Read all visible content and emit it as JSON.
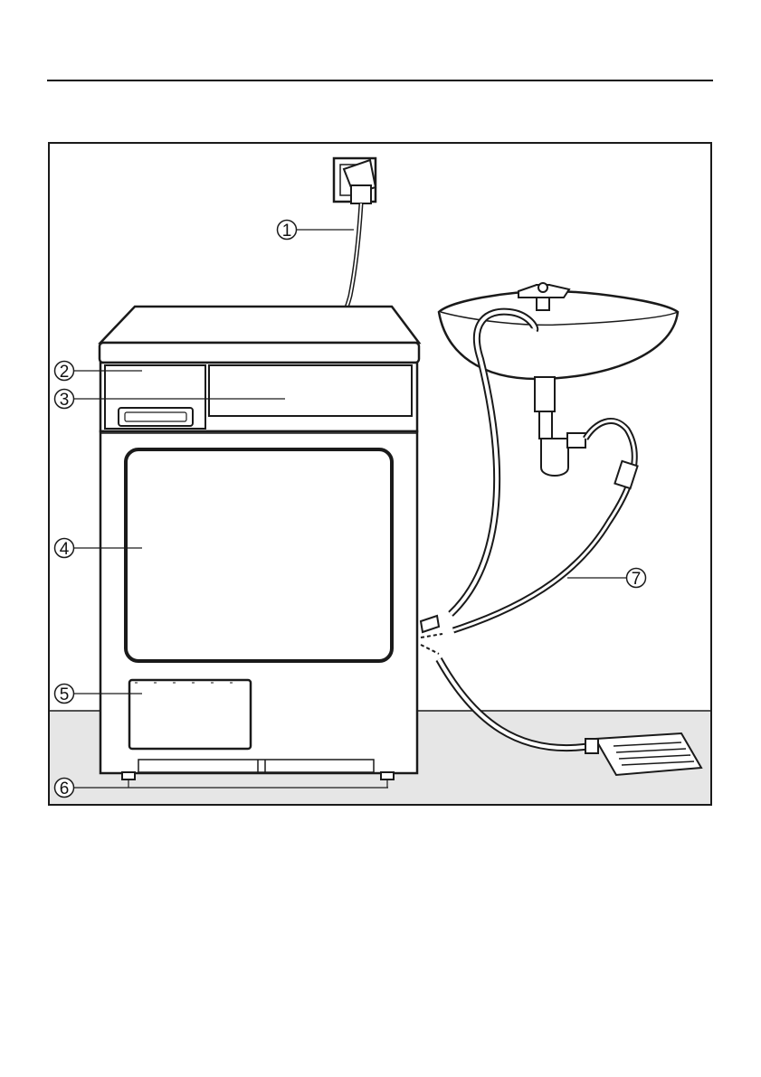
{
  "figure": {
    "description_hidden": "",
    "callouts": [
      {
        "id": "c1",
        "label": "1"
      },
      {
        "id": "c2",
        "label": "2"
      },
      {
        "id": "c3",
        "label": "3"
      },
      {
        "id": "c4",
        "label": "4"
      },
      {
        "id": "c5",
        "label": "5"
      },
      {
        "id": "c6",
        "label": "6"
      },
      {
        "id": "c7",
        "label": "7"
      }
    ]
  },
  "colors": {
    "line": "#1a1a1a",
    "floor": "#e6e6e6",
    "background": "#ffffff"
  }
}
